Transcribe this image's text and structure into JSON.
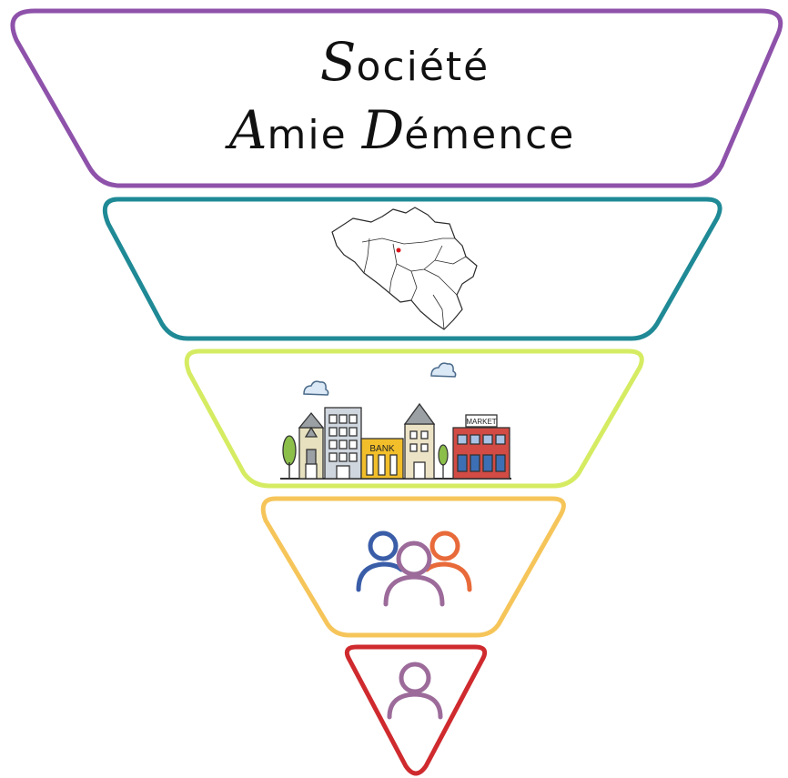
{
  "title": {
    "line1_cap": "S",
    "line1_rest": "ociété",
    "line2_cap1": "A",
    "line2_rest1": "mie ",
    "line2_cap2": "D",
    "line2_rest2": "émence"
  },
  "levels": [
    {
      "name": "society",
      "color": "#8e52aa",
      "icon": "title-text"
    },
    {
      "name": "country",
      "color": "#1f8a96",
      "icon": "belgium-map-icon"
    },
    {
      "name": "town",
      "color": "#d5ec62",
      "icon": "town-icon"
    },
    {
      "name": "group",
      "color": "#f6c55a",
      "icon": "group-people-icon"
    },
    {
      "name": "individual",
      "color": "#cf2a2e",
      "icon": "person-icon"
    }
  ],
  "town": {
    "bank_label": "BANK",
    "market_label": "MARKET"
  },
  "icon_colors": {
    "person_purple": "#9c6b9a",
    "person_blue": "#3a5da8",
    "person_orange": "#e86a3a",
    "map_dot": "#d8141a"
  }
}
